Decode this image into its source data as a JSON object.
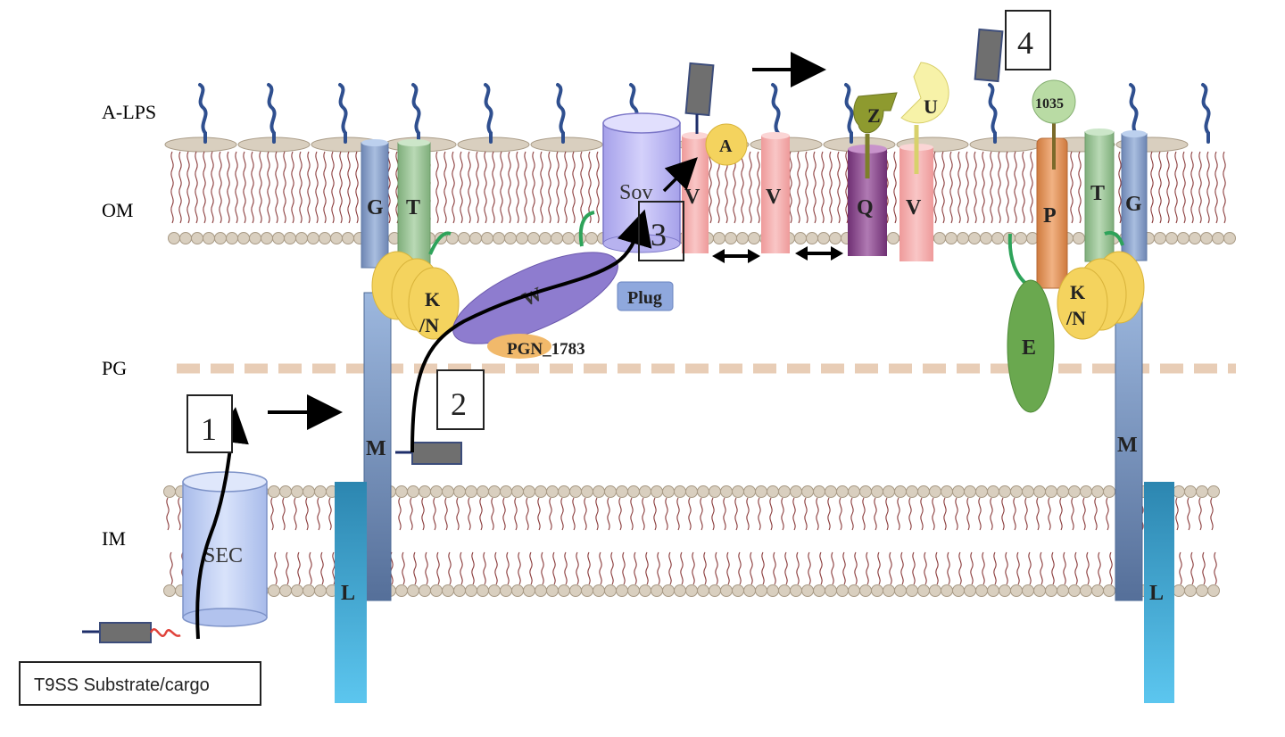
{
  "layers": {
    "alps": "A-LPS",
    "om": "OM",
    "pg": "PG",
    "im": "IM"
  },
  "proteins": {
    "g": "G",
    "t": "T",
    "kn_k": "K",
    "kn_n": "/N",
    "sov": "Sov",
    "w": "W",
    "plug": "Plug",
    "pgn": "PGN_1783",
    "a": "A",
    "v": "V",
    "q": "Q",
    "z": "Z",
    "u": "U",
    "p": "P",
    "p1035": "1035",
    "e": "E",
    "m": "M",
    "l": "L",
    "sec": "SEC"
  },
  "steps": [
    "1",
    "2",
    "3",
    "4"
  ],
  "cargo_label": "T9SS Substrate/cargo",
  "colors": {
    "lps_chain": "#2f4f8f",
    "lipid_head": "#d9cfbf",
    "lipid_tail": "#8a3a3a",
    "pg_dash": "#e8cdb6",
    "g_blue": "#8ea6cc",
    "t_green": "#9cc49a",
    "kn_yellow": "#f4d35e",
    "sov_purple": "#b8b4ef",
    "w_purple": "#8e7ccf",
    "plug_blue": "#8fa8dd",
    "pgn_orange": "#f1b96b",
    "v_pink": "#f3a9a9",
    "q_purple": "#8b4a8f",
    "z_olive": "#8e9a2f",
    "u_yellow": "#f7f2a8",
    "p_orange": "#e3925a",
    "p1035_green": "#b9dba4",
    "e_green": "#6aa84f",
    "m_blue": "#7d9cc9",
    "l_cyan": "#3aa0cc",
    "sec_blue": "#b8c8ee",
    "cargo_gray": "#6f6f6f"
  }
}
